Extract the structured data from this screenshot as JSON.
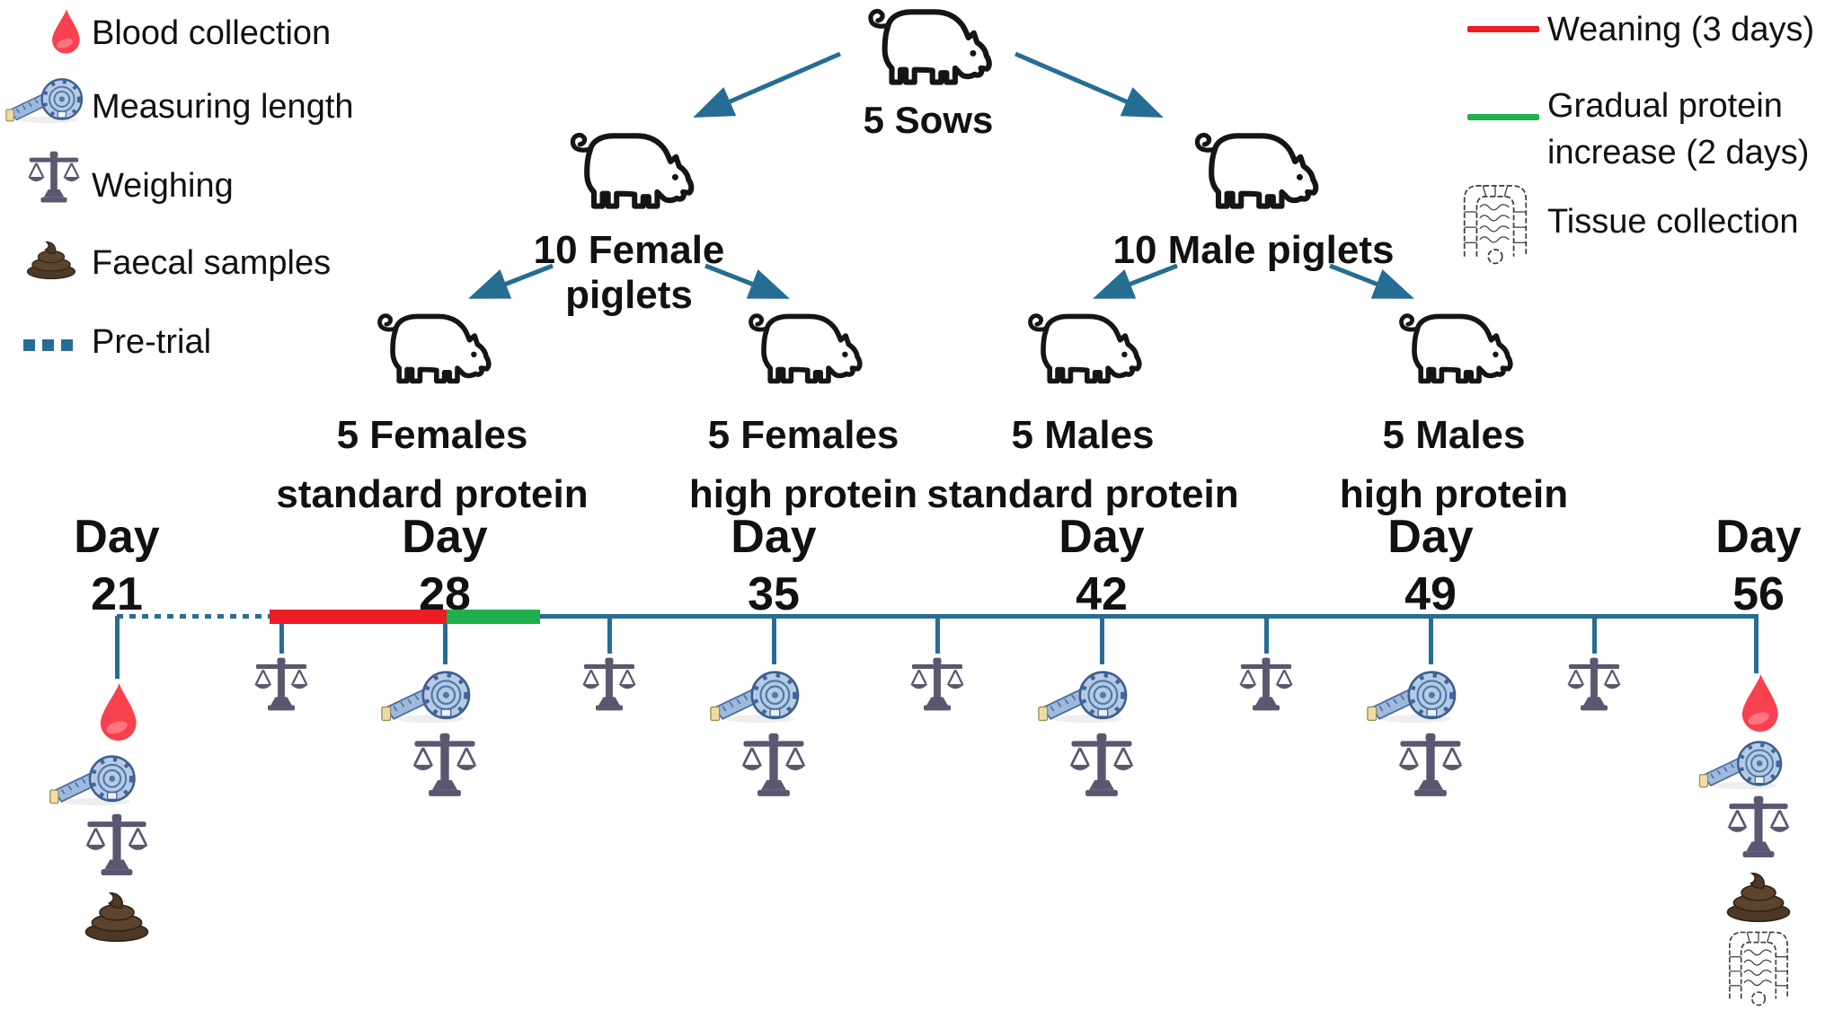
{
  "legend_left": {
    "items": [
      {
        "icon": "blood-drop-icon",
        "label": "Blood collection"
      },
      {
        "icon": "tape-measure-icon",
        "label": "Measuring length"
      },
      {
        "icon": "weighing-scale-icon",
        "label": "Weighing"
      },
      {
        "icon": "faeces-icon",
        "label": "Faecal samples"
      },
      {
        "icon": "dotted-line-icon",
        "label": "Pre-trial"
      }
    ]
  },
  "legend_right": {
    "items": [
      {
        "icon": "red-line-icon",
        "label": "Weaning (3 days)",
        "color": "#ee1c25"
      },
      {
        "icon": "green-line-icon",
        "label": "Gradual protein increase (2 days)",
        "color": "#1eb14b"
      },
      {
        "icon": "intestine-icon",
        "label": "Tissue collection"
      }
    ]
  },
  "tree": {
    "root_label": "5 Sows",
    "branches": [
      {
        "label": "10 Female piglets"
      },
      {
        "label": "10 Male piglets"
      }
    ],
    "groups": [
      {
        "line1": "5 Females",
        "line2": "standard protein"
      },
      {
        "line1": "5 Females",
        "line2": "high protein"
      },
      {
        "line1": "5 Males",
        "line2": "standard protein"
      },
      {
        "line1": "5 Males",
        "line2": "high protein"
      }
    ]
  },
  "timeline": {
    "day_word": "Day",
    "days": [
      "21",
      "28",
      "35",
      "42",
      "49",
      "56"
    ],
    "colors": {
      "line": "#266d94",
      "weaning": "#ee1c25",
      "protein_increase": "#1eb14b"
    },
    "events": {
      "day_21": [
        "blood collection",
        "measuring length",
        "weighing",
        "faecal samples"
      ],
      "midweek_ticks": [
        "weighing"
      ],
      "day_28": [
        "measuring length",
        "weighing"
      ],
      "day_35": [
        "measuring length",
        "weighing"
      ],
      "day_42": [
        "measuring length",
        "weighing"
      ],
      "day_49": [
        "measuring length",
        "weighing"
      ],
      "day_56": [
        "blood collection",
        "measuring length",
        "weighing",
        "faecal samples",
        "tissue collection"
      ]
    }
  }
}
